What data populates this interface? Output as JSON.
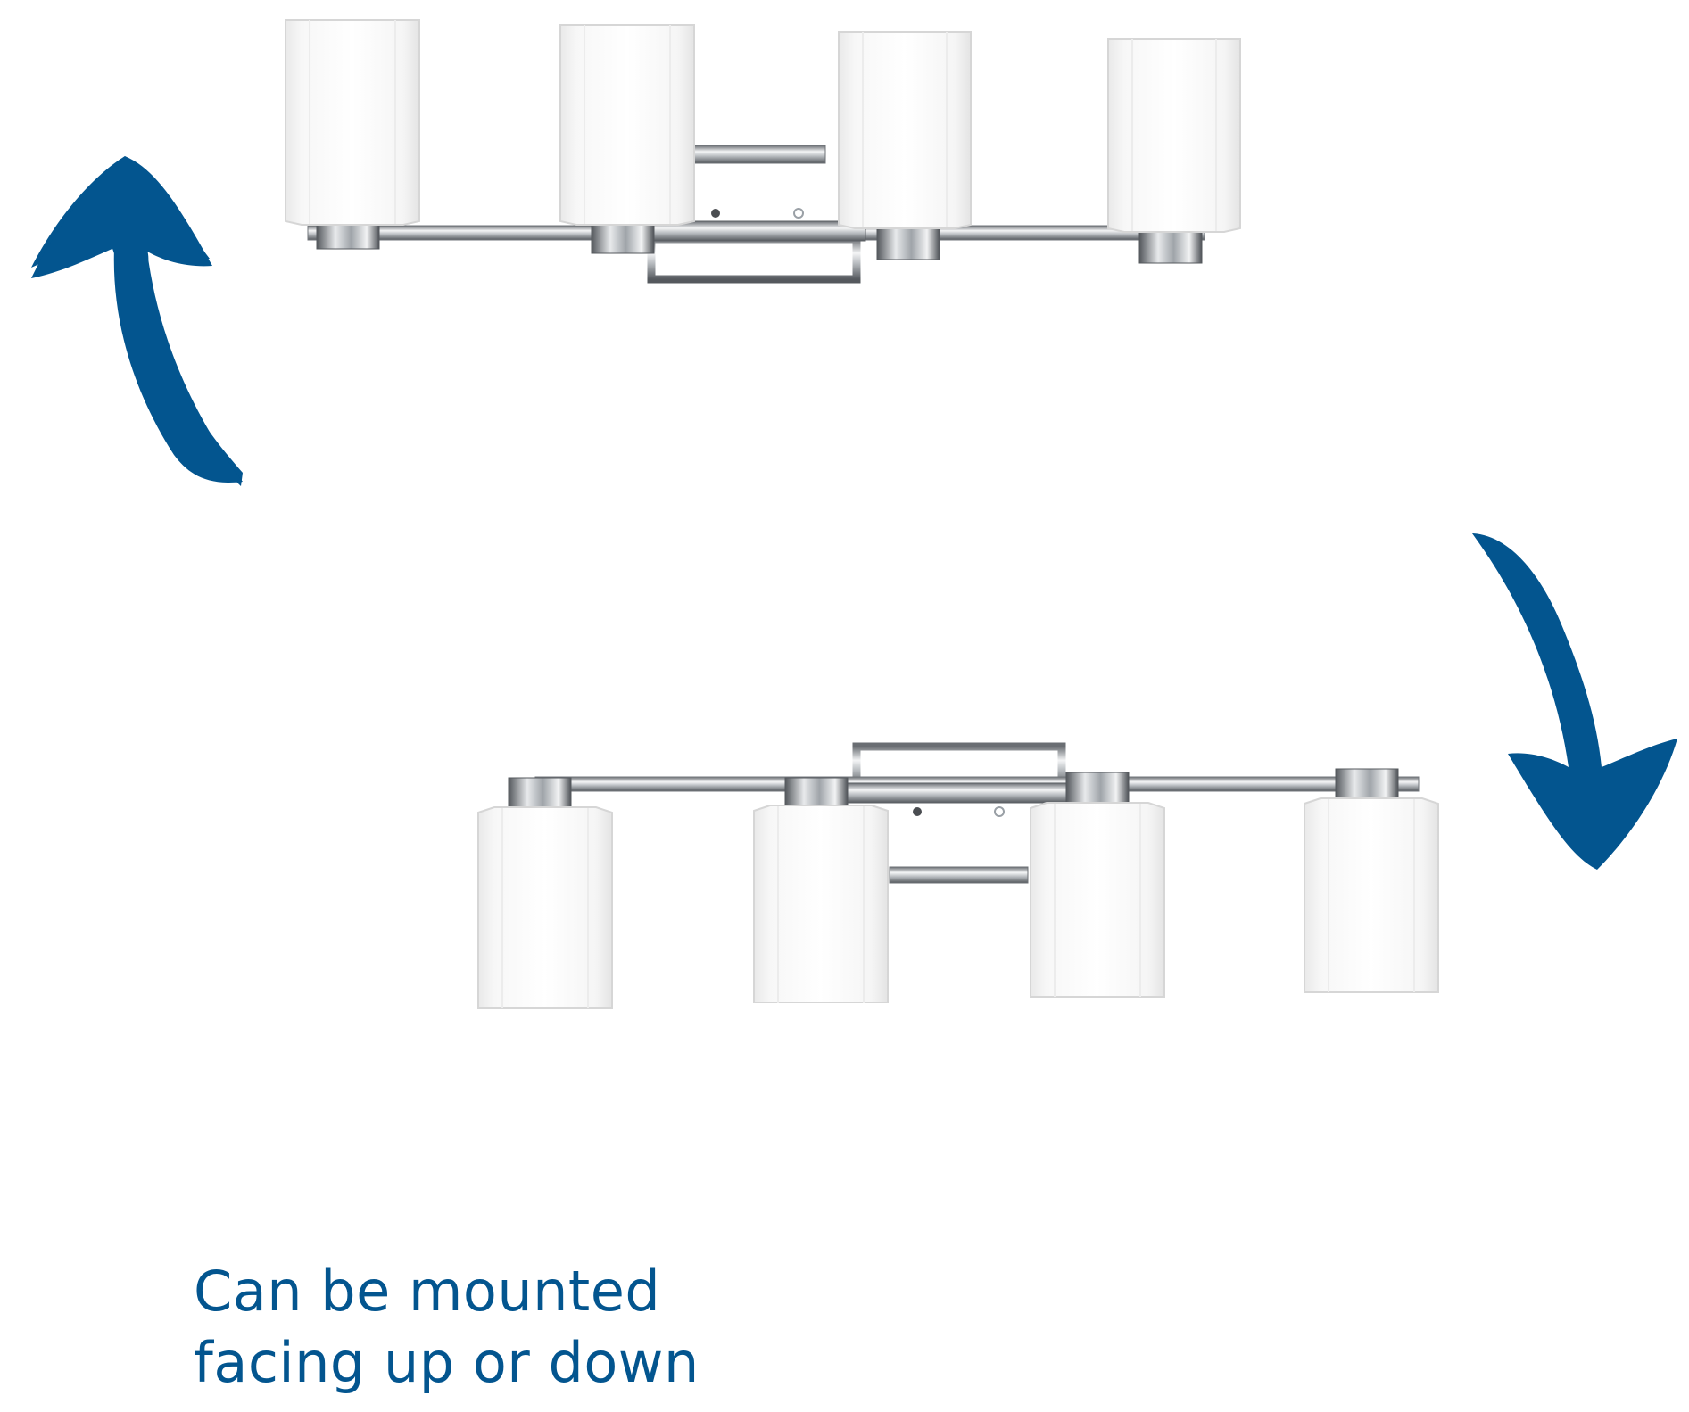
{
  "caption": {
    "line1": "Can be mounted",
    "line2": "facing up or down"
  },
  "colors": {
    "accent_blue": "#03558f",
    "chrome": "#9aa0a6",
    "chrome_dark": "#5d6166",
    "glass": "#fbfbfb",
    "glass_edge": "#d9d9d9"
  },
  "icons": {
    "arrow_up": "curved-arrow-up-icon",
    "arrow_down": "curved-arrow-down-icon"
  },
  "fixtures": [
    {
      "orientation": "up",
      "shade_count": 4
    },
    {
      "orientation": "down",
      "shade_count": 4
    }
  ]
}
